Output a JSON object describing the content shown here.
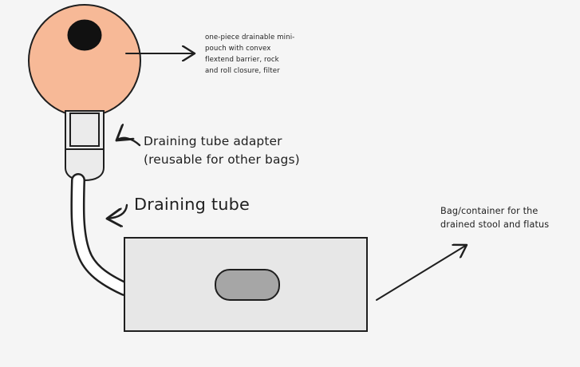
{
  "labels": {
    "pouch": [
      "one-piece drainable mini-",
      "pouch with convex",
      "flextend barrier, rock",
      "and roll closure, filter"
    ],
    "adapter": [
      "Draining tube adapter",
      "(reusable for other bags)"
    ],
    "tube": "Draining tube",
    "container": [
      "Bag/container for the",
      "drained stool and flatus"
    ]
  },
  "colors": {
    "background": "#f5f5f5",
    "stroke": "#1f1f1f",
    "pouch_fill": "#f7b997",
    "stoma_fill": "#111111",
    "adapter_fill": "#ebebeb",
    "tube_fill": "#ffffff",
    "container_fill": "#e7e7e7",
    "window_fill": "#a6a6a6"
  }
}
